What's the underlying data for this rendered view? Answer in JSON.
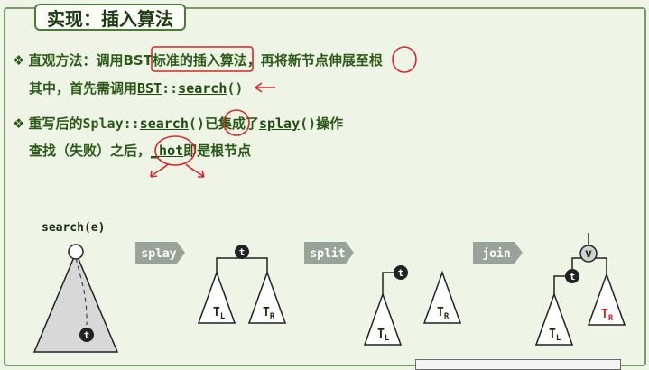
{
  "slide": {
    "title": "实现：插入算法"
  },
  "bullets": [
    {
      "marker": "❖",
      "line1_text": "直观方法：调用BST标准的插入算法，再将新节点伸展至根",
      "line2_prefix": "其中，首先需调用",
      "line2_code_bst": "BST",
      "line2_code_sep": "::",
      "line2_code_fn": "search",
      "line2_code_paren": "()"
    },
    {
      "marker": "❖",
      "line1_prefix": "重写后的",
      "line1_code_splay": "Splay",
      "line1_code_sep": "::",
      "line1_code_search": "search",
      "line1_code_paren": "()",
      "line1_mid": "已集成了",
      "line1_code_splay2": "splay",
      "line1_code_paren2": "()",
      "line1_suffix": "操作",
      "line2_prefix": "查找（失败）之后，",
      "line2_code_hot": "_hot",
      "line2_suffix": "即是根节点"
    }
  ],
  "diagram": {
    "search_label": "search(e)",
    "node_t": "t",
    "node_v": "v",
    "tree_left": "T",
    "tree_left_sub": "L",
    "tree_right": "T",
    "tree_right_sub": "R",
    "step_splay": "splay",
    "step_split": "split",
    "step_join": "join"
  },
  "colors": {
    "background": "#eef5e6",
    "text": "#2b5a18",
    "step_arrow": "#9aa39a",
    "annotation_red": "#d42a2a"
  }
}
